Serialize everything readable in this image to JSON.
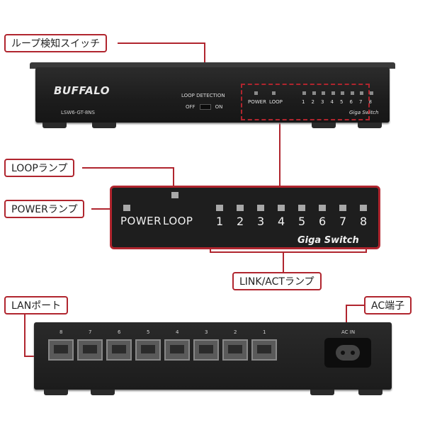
{
  "callouts": {
    "loop_switch": "ループ検知スイッチ",
    "loop_lamp": "LOOPランプ",
    "power_lamp": "POWERランプ",
    "link_act_lamp": "LINK/ACTランプ",
    "lan_port": "LANポート",
    "ac_terminal": "AC端子"
  },
  "front_panel": {
    "brand": "BUFFALO",
    "model": "LSW6-GT-8NS",
    "loop_detection": "LOOP DETECTION",
    "off": "OFF",
    "on": "ON",
    "power": "POWER",
    "loop": "LOOP",
    "ports": [
      "1",
      "2",
      "3",
      "4",
      "5",
      "6",
      "7",
      "8"
    ],
    "giga_switch": "Giga Switch"
  },
  "zoom_panel": {
    "power": "POWER",
    "loop": "LOOP",
    "ports": [
      "1",
      "2",
      "3",
      "4",
      "5",
      "6",
      "7",
      "8"
    ],
    "giga_switch": "Giga Switch"
  },
  "back_panel": {
    "port_labels": [
      "8",
      "7",
      "6",
      "5",
      "4",
      "3",
      "2",
      "1"
    ],
    "ac_in": "AC IN"
  },
  "colors": {
    "accent": "#b0252e",
    "device_body": "#1e1e1e"
  }
}
